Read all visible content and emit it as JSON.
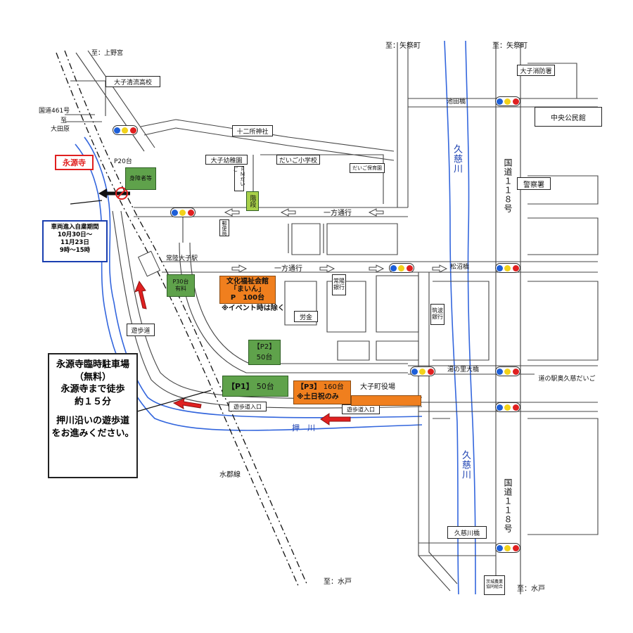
{
  "colors": {
    "road": "#222222",
    "river": "#3366dd",
    "parking_green": "#5fa24b",
    "parking_orange": "#f07f1e",
    "arrow_red": "#e02020",
    "signal_blue": "#1e5fd8",
    "signal_yellow": "#f2d21b",
    "signal_red": "#e02020",
    "notice_blue": "#1a3fb0",
    "temple_red": "#e02020"
  },
  "directions": {
    "to_uenomiya": "至：上野宮",
    "to_yamatsuri_left": "至：矢祭町",
    "to_yamatsuri_right": "至：矢祭町",
    "to_ota_1": "至",
    "to_ota_2": "大田原",
    "to_mito_rail": "至：水戸",
    "to_mito_road": "至：水戸"
  },
  "roads": {
    "route461": "国道461号",
    "route118_upper": "国道１１８号",
    "route118_lower": "国道１１８号",
    "one_way_1": "一方通行",
    "one_way_2": "一方通行",
    "rail_line": "水郡線",
    "promenade": "遊歩道",
    "promenade_entrance_1": "遊歩道入口",
    "promenade_entrance_2": "遊歩道入口"
  },
  "rivers": {
    "kuji_upper": "久慈川",
    "kuji_lower": "久慈川",
    "oshi": "押　川"
  },
  "bridges": {
    "ikeda": "池田橋",
    "matsunuma": "松沼橋",
    "yunosato": "湯の里大橋",
    "kujigawa": "久慈川橋"
  },
  "places": {
    "temple": "永源寺",
    "daigo_seiryu": "大子清流高校",
    "juniso": "十二所神社",
    "daigo_kindergarten": "大子幼稚園",
    "daigo_elementary": "だいご小学校",
    "daigo_nursery": "だいご保育園",
    "fm_daigo": "ＦＭだいご",
    "stairs": "階段",
    "post_office": "郵便局",
    "station": "常陸大子駅",
    "joyo_bank": "常陽銀行",
    "tsukuba_bank": "筑波銀行",
    "labor": "労金",
    "town_hall": "大子町役場",
    "fire_station": "大子消防署",
    "public_hall": "中央公民館",
    "police": "警察署",
    "roadside_station": "道の駅奥久慈だいご",
    "agri_coop": "茨城農業協同組合"
  },
  "parking": {
    "disabled": "身障者等",
    "p20": "P20台",
    "p30_line1": "P30台",
    "p30_line2": "有料",
    "bunka_line1": "文化福祉会館",
    "bunka_line2": "「まいん」",
    "bunka_line3": "P　100台",
    "bunka_note": "※イベント時は除く",
    "p2_label": "【P2】",
    "p2_count": "50台",
    "p1_label": "【P1】",
    "p1_count": "50台",
    "p3_label": "【P3】",
    "p3_count": "160台",
    "p3_note": "※土日祝のみ"
  },
  "notices": {
    "closure_title": "車両進入自粛期間",
    "closure_dates_1": "10月30日～",
    "closure_dates_2": "11月23日",
    "closure_hours": "9時～15時",
    "info_line1": "永源寺臨時駐車場",
    "info_line2": "（無料）",
    "info_line3": "永源寺まで徒歩",
    "info_line4": "約１５分",
    "info_line5": "押川沿いの遊歩道",
    "info_line6": "をお進みください。"
  }
}
